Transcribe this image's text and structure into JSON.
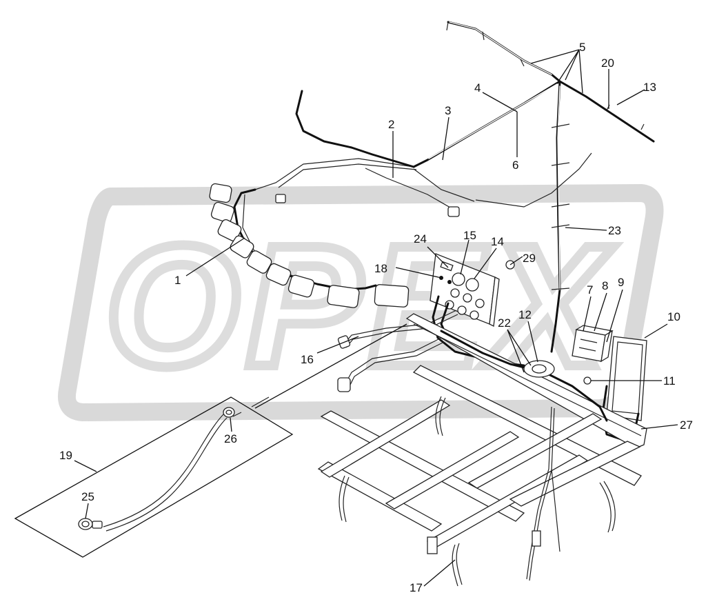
{
  "diagram": {
    "watermark_text": "OPEX",
    "colors": {
      "line": "#111111",
      "watermark": "#d9d9d9",
      "background": "#ffffff"
    },
    "callouts": [
      "1",
      "2",
      "3",
      "4",
      "5",
      "6",
      "7",
      "8",
      "9",
      "10",
      "11",
      "12",
      "13",
      "14",
      "15",
      "16",
      "17",
      "18",
      "19",
      "20",
      "22",
      "23",
      "24",
      "25",
      "26",
      "27",
      "29"
    ]
  }
}
